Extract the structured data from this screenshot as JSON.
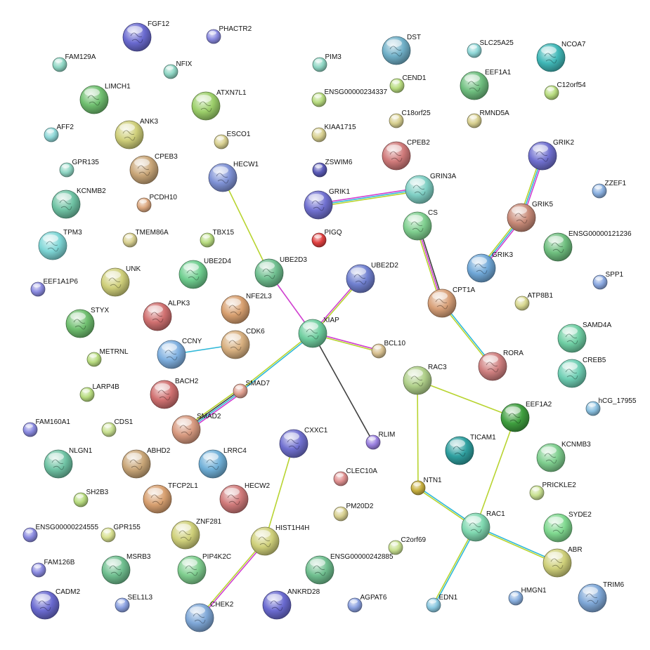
{
  "network": {
    "nodes": [
      {
        "id": "FGF12",
        "color": "#6a6ad0",
        "big": true
      },
      {
        "id": "PHACTR2",
        "color": "#8a8ae0",
        "big": false
      },
      {
        "id": "FAM129A",
        "color": "#8fd6c4",
        "big": false
      },
      {
        "id": "NFIX",
        "color": "#8fd6c4",
        "big": false
      },
      {
        "id": "LIMCH1",
        "color": "#6fbf6f",
        "big": true
      },
      {
        "id": "ATXN7L1",
        "color": "#9ccf6a",
        "big": true
      },
      {
        "id": "AFF2",
        "color": "#8fd8d8",
        "big": false
      },
      {
        "id": "ANK3",
        "color": "#cfcf7a",
        "big": true
      },
      {
        "id": "ESCO1",
        "color": "#d8d090",
        "big": false
      },
      {
        "id": "GPR135",
        "color": "#8fd6c4",
        "big": false
      },
      {
        "id": "CPEB3",
        "color": "#c9a678",
        "big": true
      },
      {
        "id": "HECW1",
        "color": "#7f92d6",
        "big": true
      },
      {
        "id": "KCNMB2",
        "color": "#6fc3a4",
        "big": true
      },
      {
        "id": "PCDH10",
        "color": "#dca880",
        "big": false
      },
      {
        "id": "TPM3",
        "color": "#7ed6d6",
        "big": true
      },
      {
        "id": "TMEM86A",
        "color": "#d8d090",
        "big": false
      },
      {
        "id": "TBX15",
        "color": "#b8dc80",
        "big": false
      },
      {
        "id": "UBE2D3",
        "color": "#6fbf8f",
        "big": true
      },
      {
        "id": "UBE2D4",
        "color": "#6fce8f",
        "big": true
      },
      {
        "id": "UNK",
        "color": "#cfcf7a",
        "big": true
      },
      {
        "id": "EEF1A1P6",
        "color": "#8a8ae0",
        "big": false
      },
      {
        "id": "ALPK3",
        "color": "#d07070",
        "big": true
      },
      {
        "id": "NFE2L3",
        "color": "#d8a070",
        "big": true
      },
      {
        "id": "STYX",
        "color": "#6fbf6f",
        "big": true
      },
      {
        "id": "CCNY",
        "color": "#7fb0e0",
        "big": true
      },
      {
        "id": "CDK6",
        "color": "#d8b080",
        "big": true
      },
      {
        "id": "METRNL",
        "color": "#b8dc80",
        "big": false
      },
      {
        "id": "BACH2",
        "color": "#d07070",
        "big": true
      },
      {
        "id": "SMAD7",
        "color": "#e0a090",
        "big": false
      },
      {
        "id": "LARP4B",
        "color": "#b8dc80",
        "big": false
      },
      {
        "id": "SMAD2",
        "color": "#d89a80",
        "big": true
      },
      {
        "id": "FAM160A1",
        "color": "#8a8ae0",
        "big": false
      },
      {
        "id": "CDS1",
        "color": "#c8e090",
        "big": false
      },
      {
        "id": "NLGN1",
        "color": "#6fc3a4",
        "big": true
      },
      {
        "id": "ABHD2",
        "color": "#c9a678",
        "big": true
      },
      {
        "id": "LRRC4",
        "color": "#70b0d8",
        "big": true
      },
      {
        "id": "SH2B3",
        "color": "#b8dc80",
        "big": false
      },
      {
        "id": "TFCP2L1",
        "color": "#d8a070",
        "big": true
      },
      {
        "id": "HECW2",
        "color": "#d07a7a",
        "big": true
      },
      {
        "id": "ENSG00000224555",
        "color": "#8a8ae0",
        "big": false
      },
      {
        "id": "GPR155",
        "color": "#d8e090",
        "big": false
      },
      {
        "id": "ZNF281",
        "color": "#cfd07a",
        "big": true
      },
      {
        "id": "FAM126B",
        "color": "#8a8ae0",
        "big": false
      },
      {
        "id": "MSRB3",
        "color": "#6fbf8f",
        "big": true
      },
      {
        "id": "PIP4K2C",
        "color": "#7fce8f",
        "big": true
      },
      {
        "id": "CADM2",
        "color": "#6a6ad0",
        "big": true
      },
      {
        "id": "SEL1L3",
        "color": "#8aa0e0",
        "big": false
      },
      {
        "id": "CHEK2",
        "color": "#7fa8d8",
        "big": true
      },
      {
        "id": "ANKRD28",
        "color": "#6a6ad0",
        "big": true
      },
      {
        "id": "PIM3",
        "color": "#8fd6c4",
        "big": false
      },
      {
        "id": "ENSG00000234337",
        "color": "#b8dc80",
        "big": false
      },
      {
        "id": "KIAA1715",
        "color": "#d8d090",
        "big": false
      },
      {
        "id": "ZSWIM6",
        "color": "#5a5ab8",
        "big": false
      },
      {
        "id": "GRIK1",
        "color": "#7070d0",
        "big": true
      },
      {
        "id": "PIGQ",
        "color": "#e04040",
        "big": false
      },
      {
        "id": "UBE2D2",
        "color": "#7080d0",
        "big": true
      },
      {
        "id": "XIAP",
        "color": "#6fce9f",
        "big": true
      },
      {
        "id": "BCL10",
        "color": "#d8c090",
        "big": false
      },
      {
        "id": "RLIM",
        "color": "#9a80e0",
        "big": false
      },
      {
        "id": "CXXC1",
        "color": "#7070d0",
        "big": true
      },
      {
        "id": "CLEC10A",
        "color": "#e09090",
        "big": false
      },
      {
        "id": "PM20D2",
        "color": "#d8d090",
        "big": false
      },
      {
        "id": "HIST1H4H",
        "color": "#cfd07a",
        "big": true
      },
      {
        "id": "ENSG00000242885",
        "color": "#6fbf8f",
        "big": true
      },
      {
        "id": "AGPAT6",
        "color": "#8aa0e0",
        "big": false
      },
      {
        "id": "DST",
        "color": "#70b0c8",
        "big": true
      },
      {
        "id": "CEND1",
        "color": "#b8dc80",
        "big": false
      },
      {
        "id": "C18orf25",
        "color": "#d8d090",
        "big": false
      },
      {
        "id": "CPEB2",
        "color": "#d07a7a",
        "big": true
      },
      {
        "id": "GRIN3A",
        "color": "#7fcfc4",
        "big": true
      },
      {
        "id": "CS",
        "color": "#7fcf8f",
        "big": true
      },
      {
        "id": "CPT1A",
        "color": "#d8a078",
        "big": true
      },
      {
        "id": "RORA",
        "color": "#d08080",
        "big": true
      },
      {
        "id": "RAC3",
        "color": "#b0d08a",
        "big": true
      },
      {
        "id": "NTN1",
        "color": "#c8b040",
        "big": false
      },
      {
        "id": "EEF1A2",
        "color": "#3f9f3f",
        "big": true
      },
      {
        "id": "TICAM1",
        "color": "#2fa0a0",
        "big": true
      },
      {
        "id": "RAC1",
        "color": "#7fd8b0",
        "big": true
      },
      {
        "id": "EDN1",
        "color": "#8ac8e0",
        "big": false
      },
      {
        "id": "C2orf69",
        "color": "#c8e090",
        "big": false
      },
      {
        "id": "SLC25A25",
        "color": "#8fd8d8",
        "big": false
      },
      {
        "id": "EEF1A1",
        "color": "#6fbf7f",
        "big": true
      },
      {
        "id": "NCOA7",
        "color": "#40b8b8",
        "big": true
      },
      {
        "id": "RMND5A",
        "color": "#d8d090",
        "big": false
      },
      {
        "id": "C12orf54",
        "color": "#b8dc80",
        "big": false
      },
      {
        "id": "GRIK2",
        "color": "#7070d0",
        "big": true
      },
      {
        "id": "GRIK5",
        "color": "#c88a78",
        "big": true
      },
      {
        "id": "ZZEF1",
        "color": "#8ab0e0",
        "big": false
      },
      {
        "id": "ENSG00000121236",
        "color": "#6fbf7f",
        "big": true
      },
      {
        "id": "GRIK3",
        "color": "#70a8d8",
        "big": true
      },
      {
        "id": "SPP1",
        "color": "#8aa8e0",
        "big": false
      },
      {
        "id": "ATP8B1",
        "color": "#d8d890",
        "big": false
      },
      {
        "id": "SAMD4A",
        "color": "#6fcfa4",
        "big": true
      },
      {
        "id": "CREB5",
        "color": "#6fcfb4",
        "big": true
      },
      {
        "id": "hCG_17955",
        "color": "#8ac0e0",
        "big": false
      },
      {
        "id": "KCNMB3",
        "color": "#7fcf8f",
        "big": true
      },
      {
        "id": "PRICKLE2",
        "color": "#c8e090",
        "big": false
      },
      {
        "id": "SYDE2",
        "color": "#7fd88f",
        "big": true
      },
      {
        "id": "ABR",
        "color": "#cfd07a",
        "big": true
      },
      {
        "id": "HMGN1",
        "color": "#8ab0e0",
        "big": false
      },
      {
        "id": "TRIM6",
        "color": "#7fa8d8",
        "big": true
      }
    ],
    "edges": [
      {
        "source": "HECW1",
        "target": "UBE2D3",
        "colors": [
          "#b8d430"
        ]
      },
      {
        "source": "UBE2D3",
        "target": "XIAP",
        "colors": [
          "#d040d0"
        ]
      },
      {
        "source": "UBE2D2",
        "target": "XIAP",
        "colors": [
          "#b8d430",
          "#d040d0"
        ]
      },
      {
        "source": "XIAP",
        "target": "BCL10",
        "colors": [
          "#d040d0",
          "#b8d430"
        ]
      },
      {
        "source": "XIAP",
        "target": "RLIM",
        "colors": [
          "#404040"
        ]
      },
      {
        "source": "XIAP",
        "target": "SMAD7",
        "colors": [
          "#30b8d8",
          "#b8d430"
        ]
      },
      {
        "source": "SMAD7",
        "target": "SMAD2",
        "colors": [
          "#d040d0",
          "#30b8d8",
          "#404040",
          "#b8d430"
        ]
      },
      {
        "source": "CCNY",
        "target": "CDK6",
        "colors": [
          "#30b8d8"
        ]
      },
      {
        "source": "CXXC1",
        "target": "HIST1H4H",
        "colors": [
          "#b8d430"
        ]
      },
      {
        "source": "HIST1H4H",
        "target": "CHEK2",
        "colors": [
          "#d040d0",
          "#b8d430"
        ]
      },
      {
        "source": "GRIK1",
        "target": "GRIN3A",
        "colors": [
          "#d040d0",
          "#30b8d8",
          "#b8d430"
        ]
      },
      {
        "source": "CS",
        "target": "CPT1A",
        "colors": [
          "#404040",
          "#d040d0",
          "#b8d430"
        ]
      },
      {
        "source": "CPT1A",
        "target": "RORA",
        "colors": [
          "#30b8d8",
          "#b8d430"
        ]
      },
      {
        "source": "GRIK2",
        "target": "GRIK5",
        "colors": [
          "#d040d0",
          "#30b8d8",
          "#b8d430"
        ]
      },
      {
        "source": "GRIK5",
        "target": "GRIK3",
        "colors": [
          "#d040d0",
          "#30b8d8",
          "#b8d430"
        ]
      },
      {
        "source": "RAC3",
        "target": "EEF1A2",
        "colors": [
          "#b8d430"
        ]
      },
      {
        "source": "RAC3",
        "target": "NTN1",
        "colors": [
          "#b8d430"
        ]
      },
      {
        "source": "EEF1A2",
        "target": "RAC1",
        "colors": [
          "#b8d430"
        ]
      },
      {
        "source": "NTN1",
        "target": "RAC1",
        "colors": [
          "#30b8d8",
          "#b8d430"
        ]
      },
      {
        "source": "RAC1",
        "target": "ABR",
        "colors": [
          "#30b8d8",
          "#b8d430"
        ]
      },
      {
        "source": "RAC1",
        "target": "EDN1",
        "colors": [
          "#30b8d8",
          "#b8d430"
        ]
      }
    ]
  }
}
